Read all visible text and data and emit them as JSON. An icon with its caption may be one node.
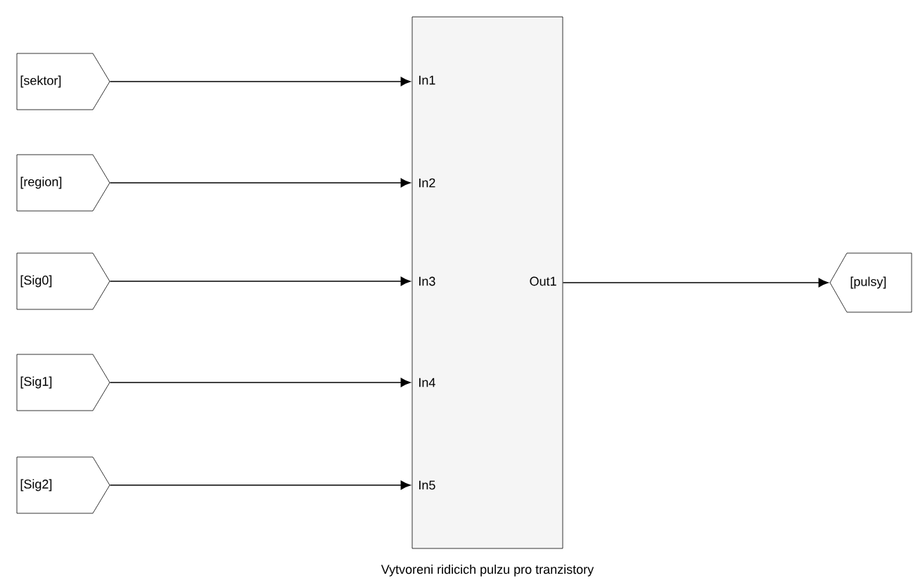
{
  "diagram": {
    "nodes": [
      {
        "text": [
          "[sektor]"
        ]
      },
      {
        "text": [
          "[region]"
        ]
      },
      {
        "text": [
          "[Sig0]"
        ]
      },
      {
        "text": [
          "[Sig1]"
        ]
      },
      {
        "text": [
          "[Sig2]"
        ]
      },
      {
        "text": [
          "In1",
          "In2",
          "In3",
          "In4",
          "In5",
          "Out1"
        ],
        "beside": [
          "Vytvoreni ridicich pulzu pro tranzistory"
        ]
      },
      {
        "text": [
          "[pulsy]"
        ]
      }
    ],
    "edges": [
      {
        "from": 0,
        "to": 5,
        "arrow": "to"
      },
      {
        "from": 1,
        "to": 5,
        "arrow": "to"
      },
      {
        "from": 2,
        "to": 5,
        "arrow": "to"
      },
      {
        "from": 3,
        "to": 5,
        "arrow": "to"
      },
      {
        "from": 4,
        "to": 5,
        "arrow": "to"
      },
      {
        "from": 5,
        "to": 6,
        "arrow": "to"
      }
    ]
  }
}
